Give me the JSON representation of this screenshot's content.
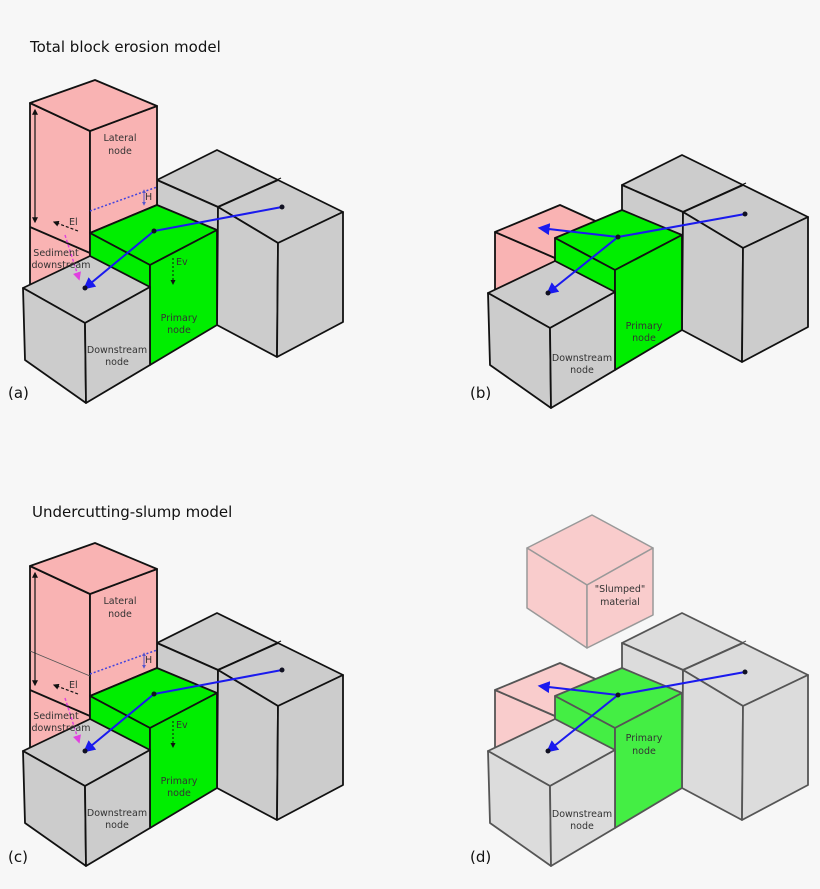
{
  "titles": {
    "top": "Total block erosion model",
    "bottom": "Undercutting-slump model"
  },
  "panels": {
    "a": {
      "label": "(a)"
    },
    "b": {
      "label": "(b)"
    },
    "c": {
      "label": "(c)"
    },
    "d": {
      "label": "(d)"
    }
  },
  "labels": {
    "lateral_1": "Lateral",
    "lateral_2": "node",
    "primary_1": "Primary",
    "primary_2": "node",
    "downstream_1": "Downstream",
    "downstream_2": "node",
    "sediment_1": "Sediment",
    "sediment_2": "downstream",
    "h": "H",
    "el": "El",
    "ev": "Ev",
    "slumped_1": "\"Slumped\"",
    "slumped_2": "material"
  },
  "colors": {
    "lateral": "#f9b3b3",
    "primary": "#00ee00",
    "neighbour": "#cccccc",
    "flow": "#1a1aee",
    "sediment_arrow": "#e040e0",
    "lateral_faded": "#f9cccc",
    "primary_faded": "#44ee44",
    "neighbour_faded": "#dcdcdc"
  }
}
